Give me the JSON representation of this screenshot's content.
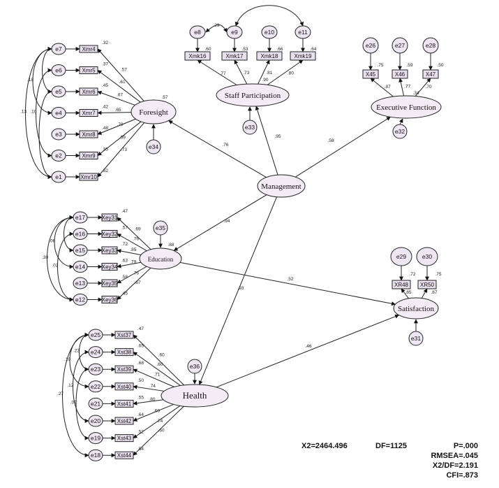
{
  "latents": {
    "foresight": "Foresight",
    "staff": "Staff Participation",
    "exec": "Executive Function",
    "management": "Management",
    "education": "Education",
    "satisfaction": "Satisfaction",
    "health": "Health"
  },
  "structural_paths": {
    "mg_foresight": ".76",
    "mg_staff": ".95",
    "mg_exec": ".58",
    "mg_education": ".94",
    "mg_health": ".93",
    "edu_sat": ".52",
    "health_sat": ".46",
    "foresight_r2": ".57",
    "education_r2": ".88"
  },
  "foresight_items": [
    "Xmr4",
    "Xmr5",
    "Xmr6",
    "Xmr7",
    "Xmr8",
    "Xmr9",
    "Xmr10"
  ],
  "foresight_errors": [
    "e7",
    "e6",
    "e5",
    "e4",
    "e3",
    "e2",
    "e1"
  ],
  "foresight_r2": [
    ".32",
    ".37",
    ".45",
    ".42",
    ".48",
    ".35",
    ".52"
  ],
  "foresight_load": [
    ".57",
    ".61",
    ".67",
    ".65",
    ".70",
    ".59",
    ".73"
  ],
  "staff_items": [
    "Xmk16",
    "Xmk17",
    "Xmk18",
    "Xmk19"
  ],
  "staff_errors": [
    "e8",
    "e9",
    "e10",
    "e11"
  ],
  "staff_r2": [
    ".60",
    ".53",
    ".66",
    ".64"
  ],
  "staff_load": [
    ".77",
    ".73",
    ".81",
    ".80"
  ],
  "staff_cov": [
    ".29",
    ".90"
  ],
  "exec_items": [
    "X45",
    "X46",
    "X47"
  ],
  "exec_errors": [
    "e26",
    "e27",
    "e28"
  ],
  "exec_r2": [
    ".75",
    ".59",
    ".50"
  ],
  "exec_load": [
    ".87",
    ".77",
    ".70"
  ],
  "exec_extra": ".34",
  "education_items": [
    "Xey31",
    "Xey32",
    "Xey33",
    "Xey34",
    "Xey35",
    "Xey36"
  ],
  "education_errors": [
    "e17",
    "e16",
    "e15",
    "e14",
    "e13",
    "e12"
  ],
  "education_r2": [
    ".47",
    ".57",
    ".72",
    ".63",
    ".58",
    ".45"
  ],
  "education_load": [
    ".69",
    ".76",
    ".85",
    ".79",
    ".76",
    ".67"
  ],
  "education_cov": [
    ".30",
    ".06",
    ".02",
    ".06"
  ],
  "satisfaction_items": [
    "XR48",
    "XR50"
  ],
  "satisfaction_errors": [
    "e29",
    "e30"
  ],
  "satisfaction_r2": [
    ".72",
    ".75"
  ],
  "satisfaction_load": [
    ".85",
    ".87"
  ],
  "health_items": [
    "Xst37",
    "Xst38",
    "Xst39",
    "Xst40",
    "Xst41",
    "Xst42",
    "Xst43",
    "Xst44"
  ],
  "health_errors": [
    "e25",
    "e24",
    "e23",
    "e22",
    "e21",
    "e20",
    "e19",
    "e18"
  ],
  "health_r2": [
    ".47",
    ".65",
    ".68",
    ".50",
    ".55",
    ".64",
    ".52",
    ".54"
  ],
  "health_load": [
    ".60",
    ".60",
    ".71",
    ".74",
    ".80",
    ".60",
    ".74",
    ".60"
  ],
  "health_cov": [
    ".27",
    ".10",
    ".12",
    ".09",
    ".22",
    ".09"
  ],
  "foresight_cov": [
    ".13",
    ".18",
    ".10"
  ],
  "disturbances": {
    "foresight": "e34",
    "staff": "e33",
    "exec": "e32",
    "education": "e35",
    "satisfaction": "e31",
    "health": "e36"
  },
  "fit": {
    "x2": "X2=2464.496",
    "df": "DF=1125",
    "p": "P=.000",
    "rmsea": "RMSEA=.045",
    "x2df": "X2/DF=2.191",
    "cfi": "CFI=.873"
  },
  "colors": {
    "fill": "#efe6f3",
    "stroke": "#222222"
  }
}
